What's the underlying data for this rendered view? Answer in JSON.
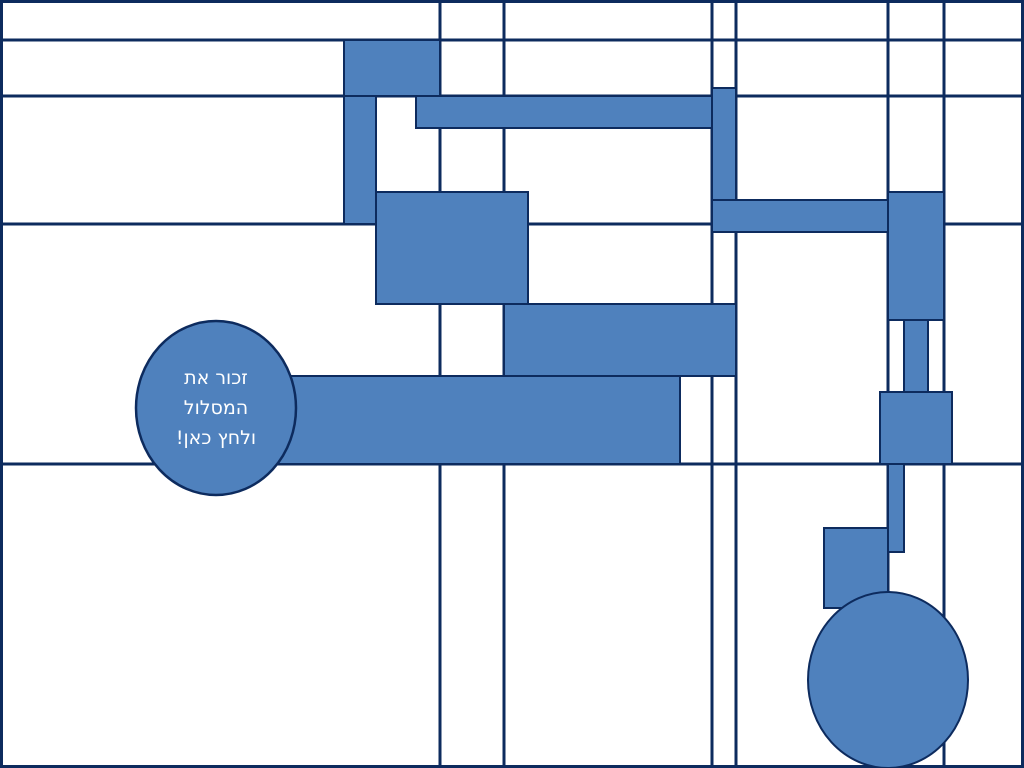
{
  "game": {
    "start_button_text": "זכור את\nהמסלול\nולחץ כאן!"
  },
  "colors": {
    "background": "#ffffff",
    "grid_line": "#0d2b5e",
    "path_fill": "#4f81bd",
    "path_stroke": "#0d2b5e"
  },
  "icons": {
    "start": "start-circle-button",
    "goal": "goal-circle"
  }
}
